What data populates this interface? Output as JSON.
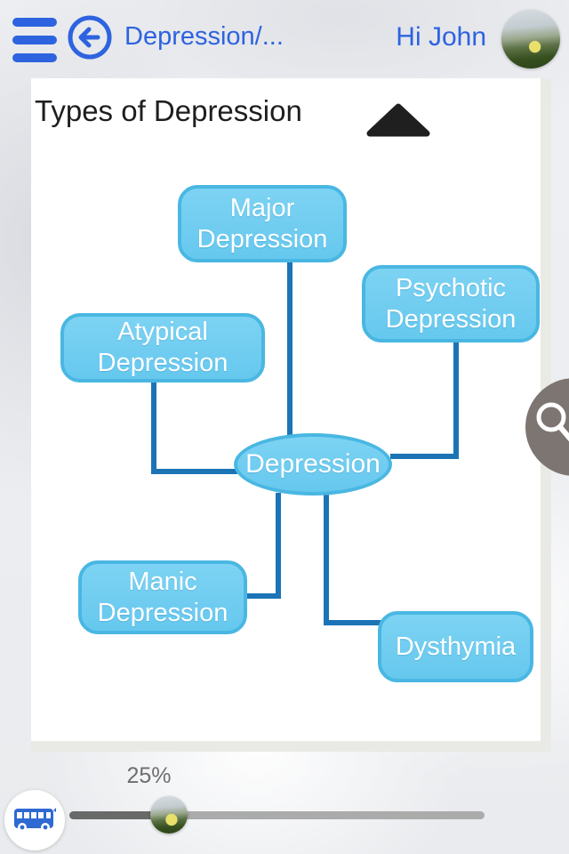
{
  "header": {
    "title": "Depression/...",
    "greeting": "Hi John",
    "icons": {
      "menu": "hamburger-icon",
      "back": "back-arrow-icon",
      "avatar": "profile-photo"
    }
  },
  "panel": {
    "title": "Types of Depression",
    "collapse_icon": "triangle-up-icon"
  },
  "mindmap": {
    "root": {
      "label": "Depression"
    },
    "nodes": [
      {
        "id": "major",
        "label": "Major Depression"
      },
      {
        "id": "psychotic",
        "label": "Psychotic Depression"
      },
      {
        "id": "atypical",
        "label": "Atypical Depression"
      },
      {
        "id": "manic",
        "label": "Manic Depression"
      },
      {
        "id": "dysthymia",
        "label": "Dysthymia"
      }
    ]
  },
  "zoom_slider": {
    "value_label": "25%",
    "percent": 25
  },
  "fab": {
    "icon": "search-icon"
  },
  "footer": {
    "bus_icon": "bus-icon"
  },
  "colors": {
    "accent_blue": "#2e63e0",
    "node_fill": "#6fcdf0",
    "node_border": "#49b7e2",
    "connector": "#1c74b6",
    "fab_gray": "#7c7571",
    "slider_fill": "#696969",
    "slider_track": "#ababab"
  }
}
